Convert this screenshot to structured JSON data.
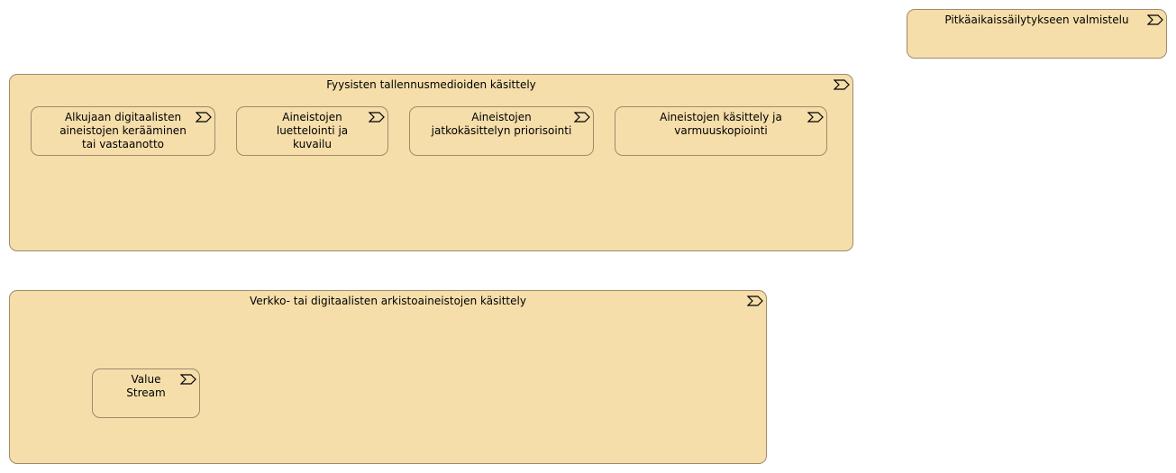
{
  "colors": {
    "element_fill": "#f5deaa",
    "element_border": "#a08a68",
    "text": "#000000"
  },
  "icon_name": "value-stream-chevron-icon",
  "elements": {
    "pitkaaikais": {
      "label": "Pitkäaikaissäilytykseen valmistelu"
    },
    "fyysisten": {
      "label": "Fyysisten tallennusmedioiden käsittely"
    },
    "alkujaan": {
      "label": "Alkujaan digitaalisten\naineistojen kerääminen\ntai vastaanotto"
    },
    "luettelointi": {
      "label": "Aineistojen\nluettelointi ja\nkuvailu"
    },
    "priorisointi": {
      "label": "Aineistojen\njatkokäsittelyn priorisointi"
    },
    "varmuus": {
      "label": "Aineistojen käsittely ja\nvarmuuskopiointi"
    },
    "verkko": {
      "label": "Verkko- tai digitaalisten arkistoaineistojen käsittely"
    },
    "value": {
      "label": "Value\nStream"
    }
  }
}
